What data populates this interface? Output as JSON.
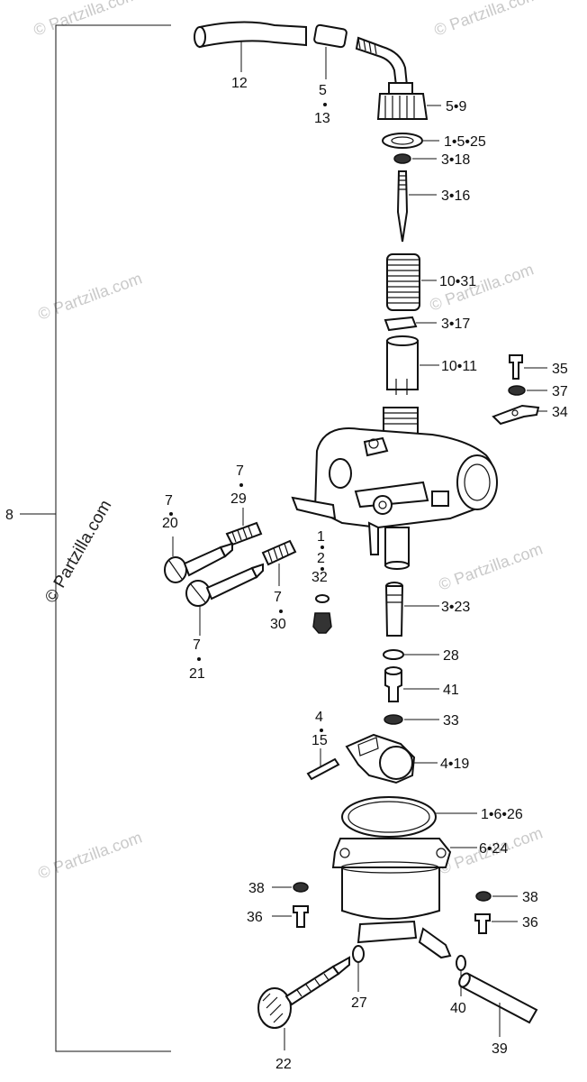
{
  "watermark": {
    "text": "© Partzilla.com",
    "side_text": "© Partzilla.com"
  },
  "callouts": {
    "c12": "12",
    "c5_13": [
      "5",
      "13"
    ],
    "c5_9": "5•9",
    "c1_5_25": "1•5•25",
    "c3_18": "3•18",
    "c3_16": "3•16",
    "c10_31": "10•31",
    "c3_17": "3•17",
    "c10_11": "10•11",
    "c35": "35",
    "c37": "37",
    "c34": "34",
    "c8": "8",
    "c7_29": [
      "7",
      "29"
    ],
    "c7_20": [
      "7",
      "20"
    ],
    "c1_2_32": [
      "1",
      "2",
      "32"
    ],
    "c7_30": [
      "7",
      "30"
    ],
    "c7_21": [
      "7",
      "21"
    ],
    "c3_23": "3•23",
    "c28": "28",
    "c41": "41",
    "c33": "33",
    "c4_15": [
      "4",
      "15"
    ],
    "c4_19": "4•19",
    "c1_6_26": "1•6•26",
    "c6_24": "6•24",
    "c38a": "38",
    "c36a": "36",
    "c38b": "38",
    "c36b": "36",
    "c27": "27",
    "c40": "40",
    "c39": "39",
    "c22": "22"
  }
}
